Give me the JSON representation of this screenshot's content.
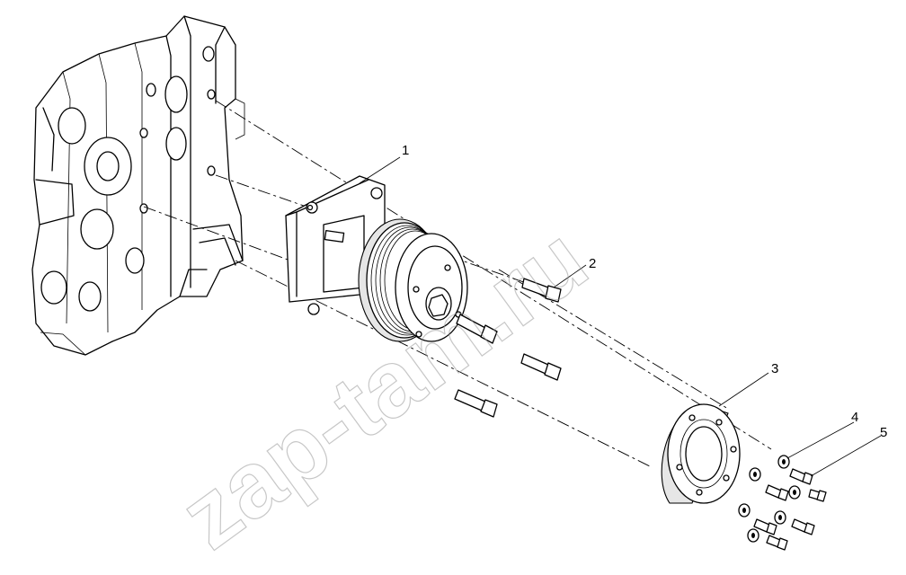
{
  "watermark": "zap-tam.ru",
  "callouts": [
    {
      "id": "1",
      "label": "1"
    },
    {
      "id": "2",
      "label": "2"
    },
    {
      "id": "3",
      "label": "3"
    },
    {
      "id": "4",
      "label": "4"
    },
    {
      "id": "5",
      "label": "5"
    }
  ],
  "colors": {
    "line": "#000000",
    "background": "#ffffff",
    "watermark": "#9a9a9a"
  }
}
